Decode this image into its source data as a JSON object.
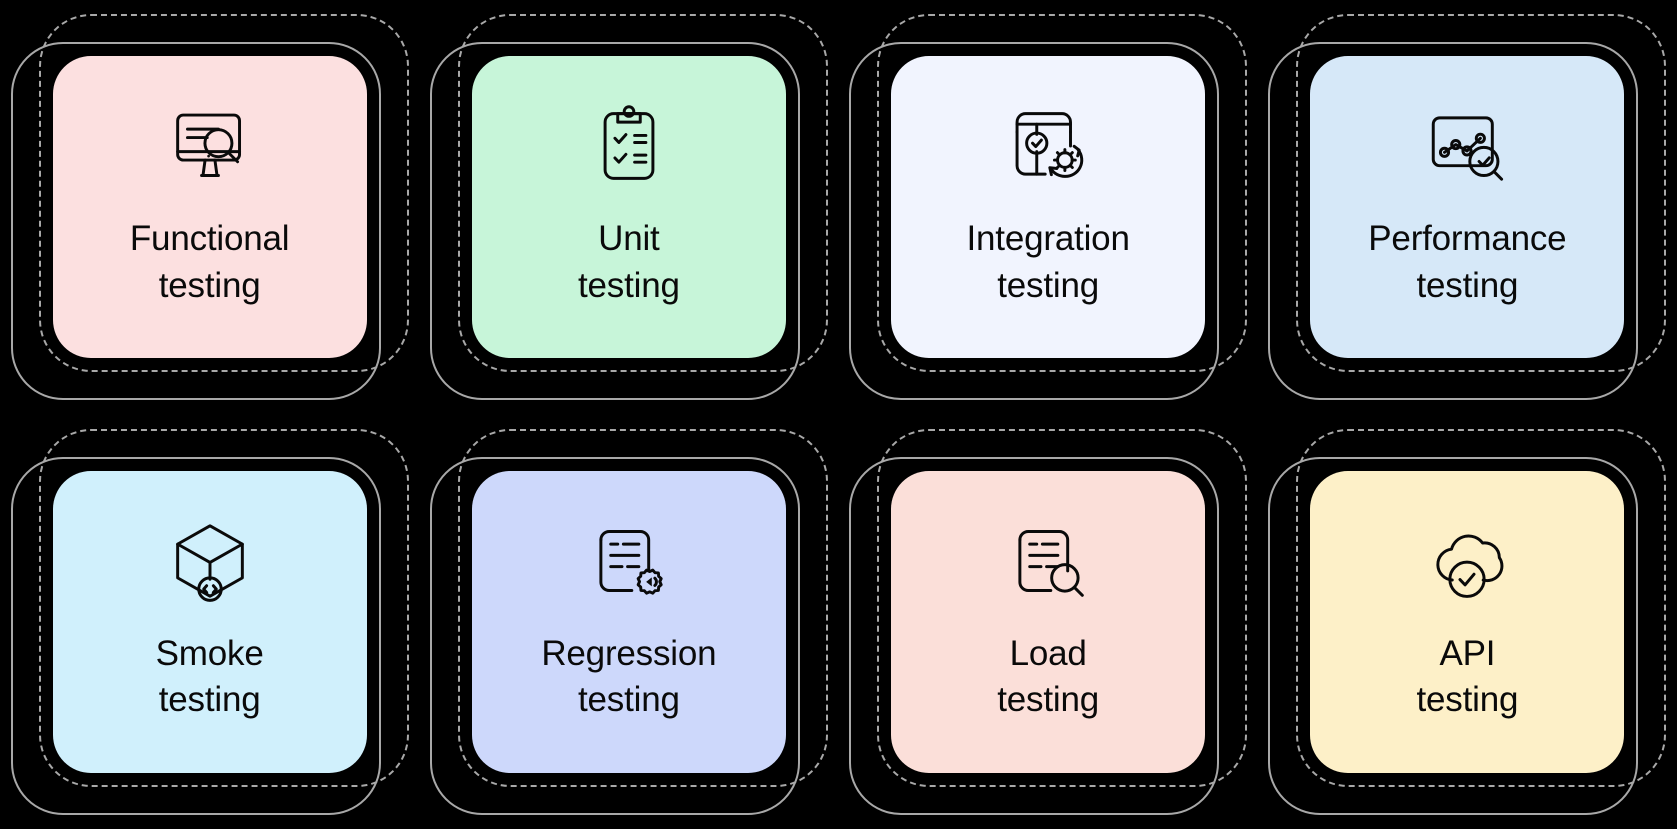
{
  "page": {
    "background_color": "#000000",
    "outline_color": "#a8a8a8",
    "text_color": "#0a0a0a",
    "columns": 4,
    "rows": 2
  },
  "cards": [
    {
      "id": "functional-testing",
      "label": "Functional\ntesting",
      "line1": "Functional",
      "line2": "testing",
      "color": "#fce0e0",
      "icon": "monitor-search-icon"
    },
    {
      "id": "unit-testing",
      "label": "Unit\ntesting",
      "line1": "Unit",
      "line2": "testing",
      "color": "#c7f5d9",
      "icon": "clipboard-checklist-icon"
    },
    {
      "id": "integration-testing",
      "label": "Integration\ntesting",
      "line1": "Integration",
      "line2": "testing",
      "color": "#f1f4fe",
      "icon": "window-check-gear-icon"
    },
    {
      "id": "performance-testing",
      "label": "Performance\ntesting",
      "line1": "Performance",
      "line2": "testing",
      "color": "#d6e8f8",
      "icon": "line-chart-search-icon"
    },
    {
      "id": "smoke-testing",
      "label": "Smoke\ntesting",
      "line1": "Smoke",
      "line2": "testing",
      "color": "#d0f0fc",
      "icon": "cube-code-icon"
    },
    {
      "id": "regression-testing",
      "label": "Regression\ntesting",
      "line1": "Regression",
      "line2": "testing",
      "color": "#cdd8fb",
      "icon": "document-gear-icon"
    },
    {
      "id": "load-testing",
      "label": "Load\ntesting",
      "line1": "Load",
      "line2": "testing",
      "color": "#fbdfd9",
      "icon": "document-search-icon"
    },
    {
      "id": "api-testing",
      "label": "API\ntesting",
      "line1": "API",
      "line2": "testing",
      "color": "#fdf0c8",
      "icon": "cloud-check-icon"
    }
  ]
}
